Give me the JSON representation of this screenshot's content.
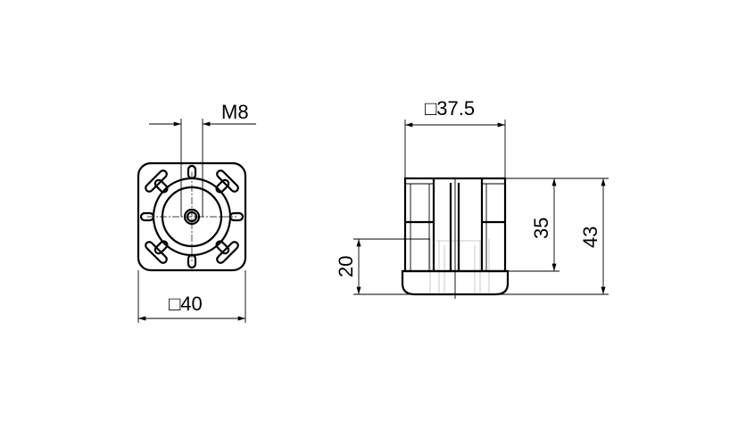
{
  "drawing": {
    "front_view": {
      "thread_label": "M8",
      "width_label": "□40"
    },
    "side_view": {
      "width_label": "□37.5",
      "body_height_label": "35",
      "total_height_label": "43",
      "foot_height_label": "20"
    }
  },
  "colors": {
    "line": "#000000",
    "hidden": "#bbbbbb",
    "background": "#ffffff"
  }
}
